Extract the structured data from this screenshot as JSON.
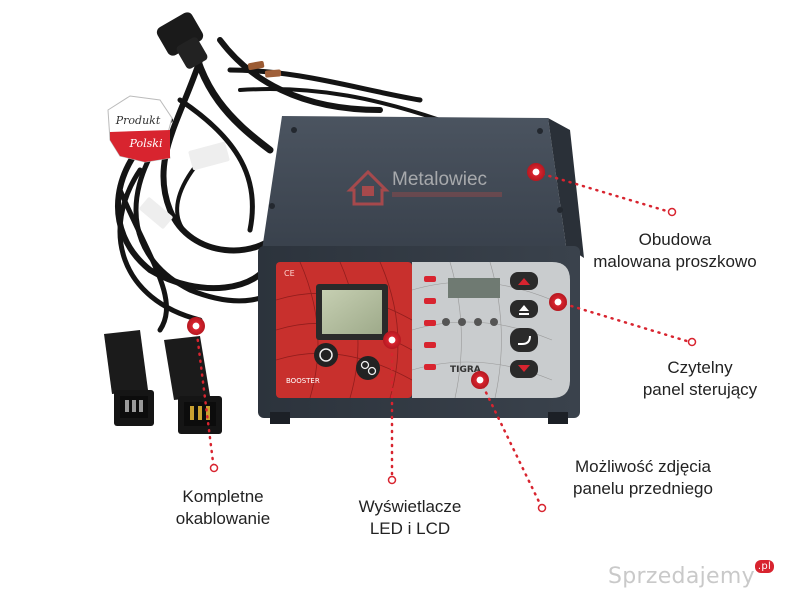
{
  "badge": {
    "line1": "Produkt",
    "line2": "Polski"
  },
  "casing_logo": {
    "name": "Metalowiec"
  },
  "device": {
    "brand_badge": "CE",
    "model": "TIGRA",
    "left_label": "BOOSTER"
  },
  "labels": {
    "casing": [
      "Obudowa",
      "malowana proszkowo"
    ],
    "panel": [
      "Czytelny",
      "panel sterujący"
    ],
    "removable": [
      "Możliwość zdjęcia",
      "panelu przedniego"
    ],
    "cabling": [
      "Kompletne",
      "okablowanie"
    ],
    "displays": [
      "Wyświetlacze",
      "LED i LCD"
    ]
  },
  "watermark": {
    "text": "Sprzedajemy",
    "suffix": ".pl"
  },
  "colors": {
    "accent_red": "#d8242f",
    "panel_red": "#c8302d",
    "case_gray": "#3d4550",
    "panel_silver": "#c9ccce",
    "lcd_green": "#b7c3a3"
  }
}
